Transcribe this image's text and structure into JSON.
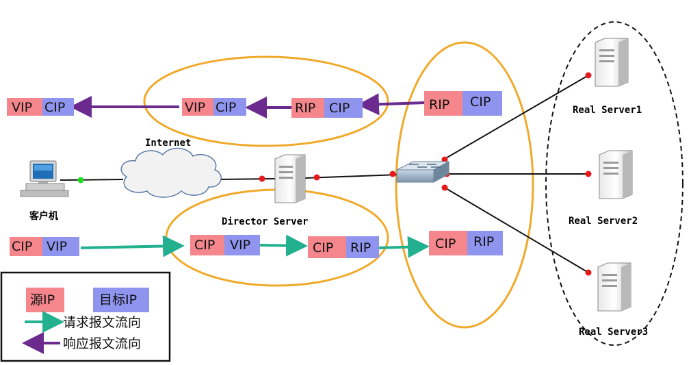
{
  "colors": {
    "source": "#f4868c",
    "target": "#8f95ee",
    "request_arrow": "#23b08f",
    "response_arrow": "#6a2a8e",
    "highlight_ellipse": "#f0a92a",
    "link_dot": "#e8191b",
    "client_dot": "#22dd22"
  },
  "labels": {
    "internet": "Internet",
    "client": "客户机",
    "director": "Director Server",
    "real_server_1": "Real Server1",
    "real_server_2": "Real Server2",
    "real_server_3": "Real Server3"
  },
  "response_packets": [
    {
      "src": "VIP",
      "dst": "CIP"
    },
    {
      "src": "VIP",
      "dst": "CIP"
    },
    {
      "src": "RIP",
      "dst": "CIP"
    },
    {
      "src": "RIP",
      "dst": "CIP"
    }
  ],
  "request_packets": [
    {
      "src": "CIP",
      "dst": "VIP"
    },
    {
      "src": "CIP",
      "dst": "VIP"
    },
    {
      "src": "CIP",
      "dst": "RIP"
    },
    {
      "src": "CIP",
      "dst": "RIP"
    }
  ],
  "legend": {
    "source_label": "源IP",
    "target_label": "目标IP",
    "request_label": "请求报文流向",
    "response_label": "响应报文流向"
  }
}
